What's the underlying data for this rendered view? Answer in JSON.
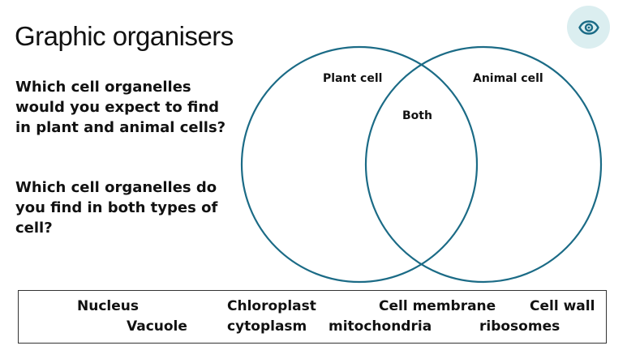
{
  "slide": {
    "title": "Graphic organisers",
    "eye_icon": "eye-icon",
    "accent_color": "#1b6b86",
    "eye_button_bg": "#dbeef0"
  },
  "questions": [
    "Which cell organelles would you expect to find in plant and animal cells?",
    "Which cell organelles do you find in both types of cell?"
  ],
  "venn": {
    "left_label": "Plant cell",
    "right_label": "Animal cell",
    "overlap_label": "Both"
  },
  "word_bank": {
    "row1": [
      "Nucleus",
      "Chloroplast",
      "Cell membrane",
      "Cell wall"
    ],
    "row2": [
      "Vacuole",
      "cytoplasm",
      "mitochondria",
      "ribosomes"
    ]
  }
}
